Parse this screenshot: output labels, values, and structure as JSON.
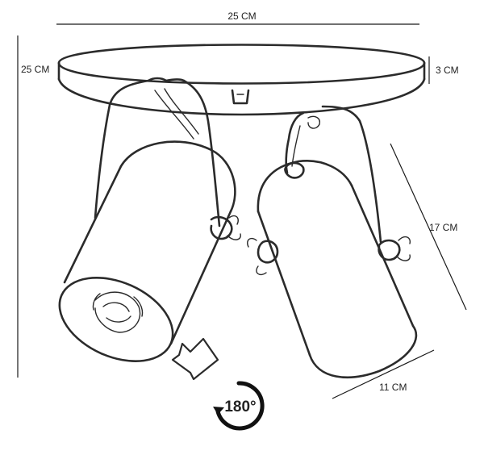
{
  "dimensions": {
    "plate_width": "25 CM",
    "total_height": "25 CM",
    "plate_thickness": "3 CM",
    "spot_length": "17 CM",
    "spot_diameter": "11 CM"
  },
  "rotation_badge": {
    "label": "180°",
    "icon": "rotate-arrow-icon"
  }
}
